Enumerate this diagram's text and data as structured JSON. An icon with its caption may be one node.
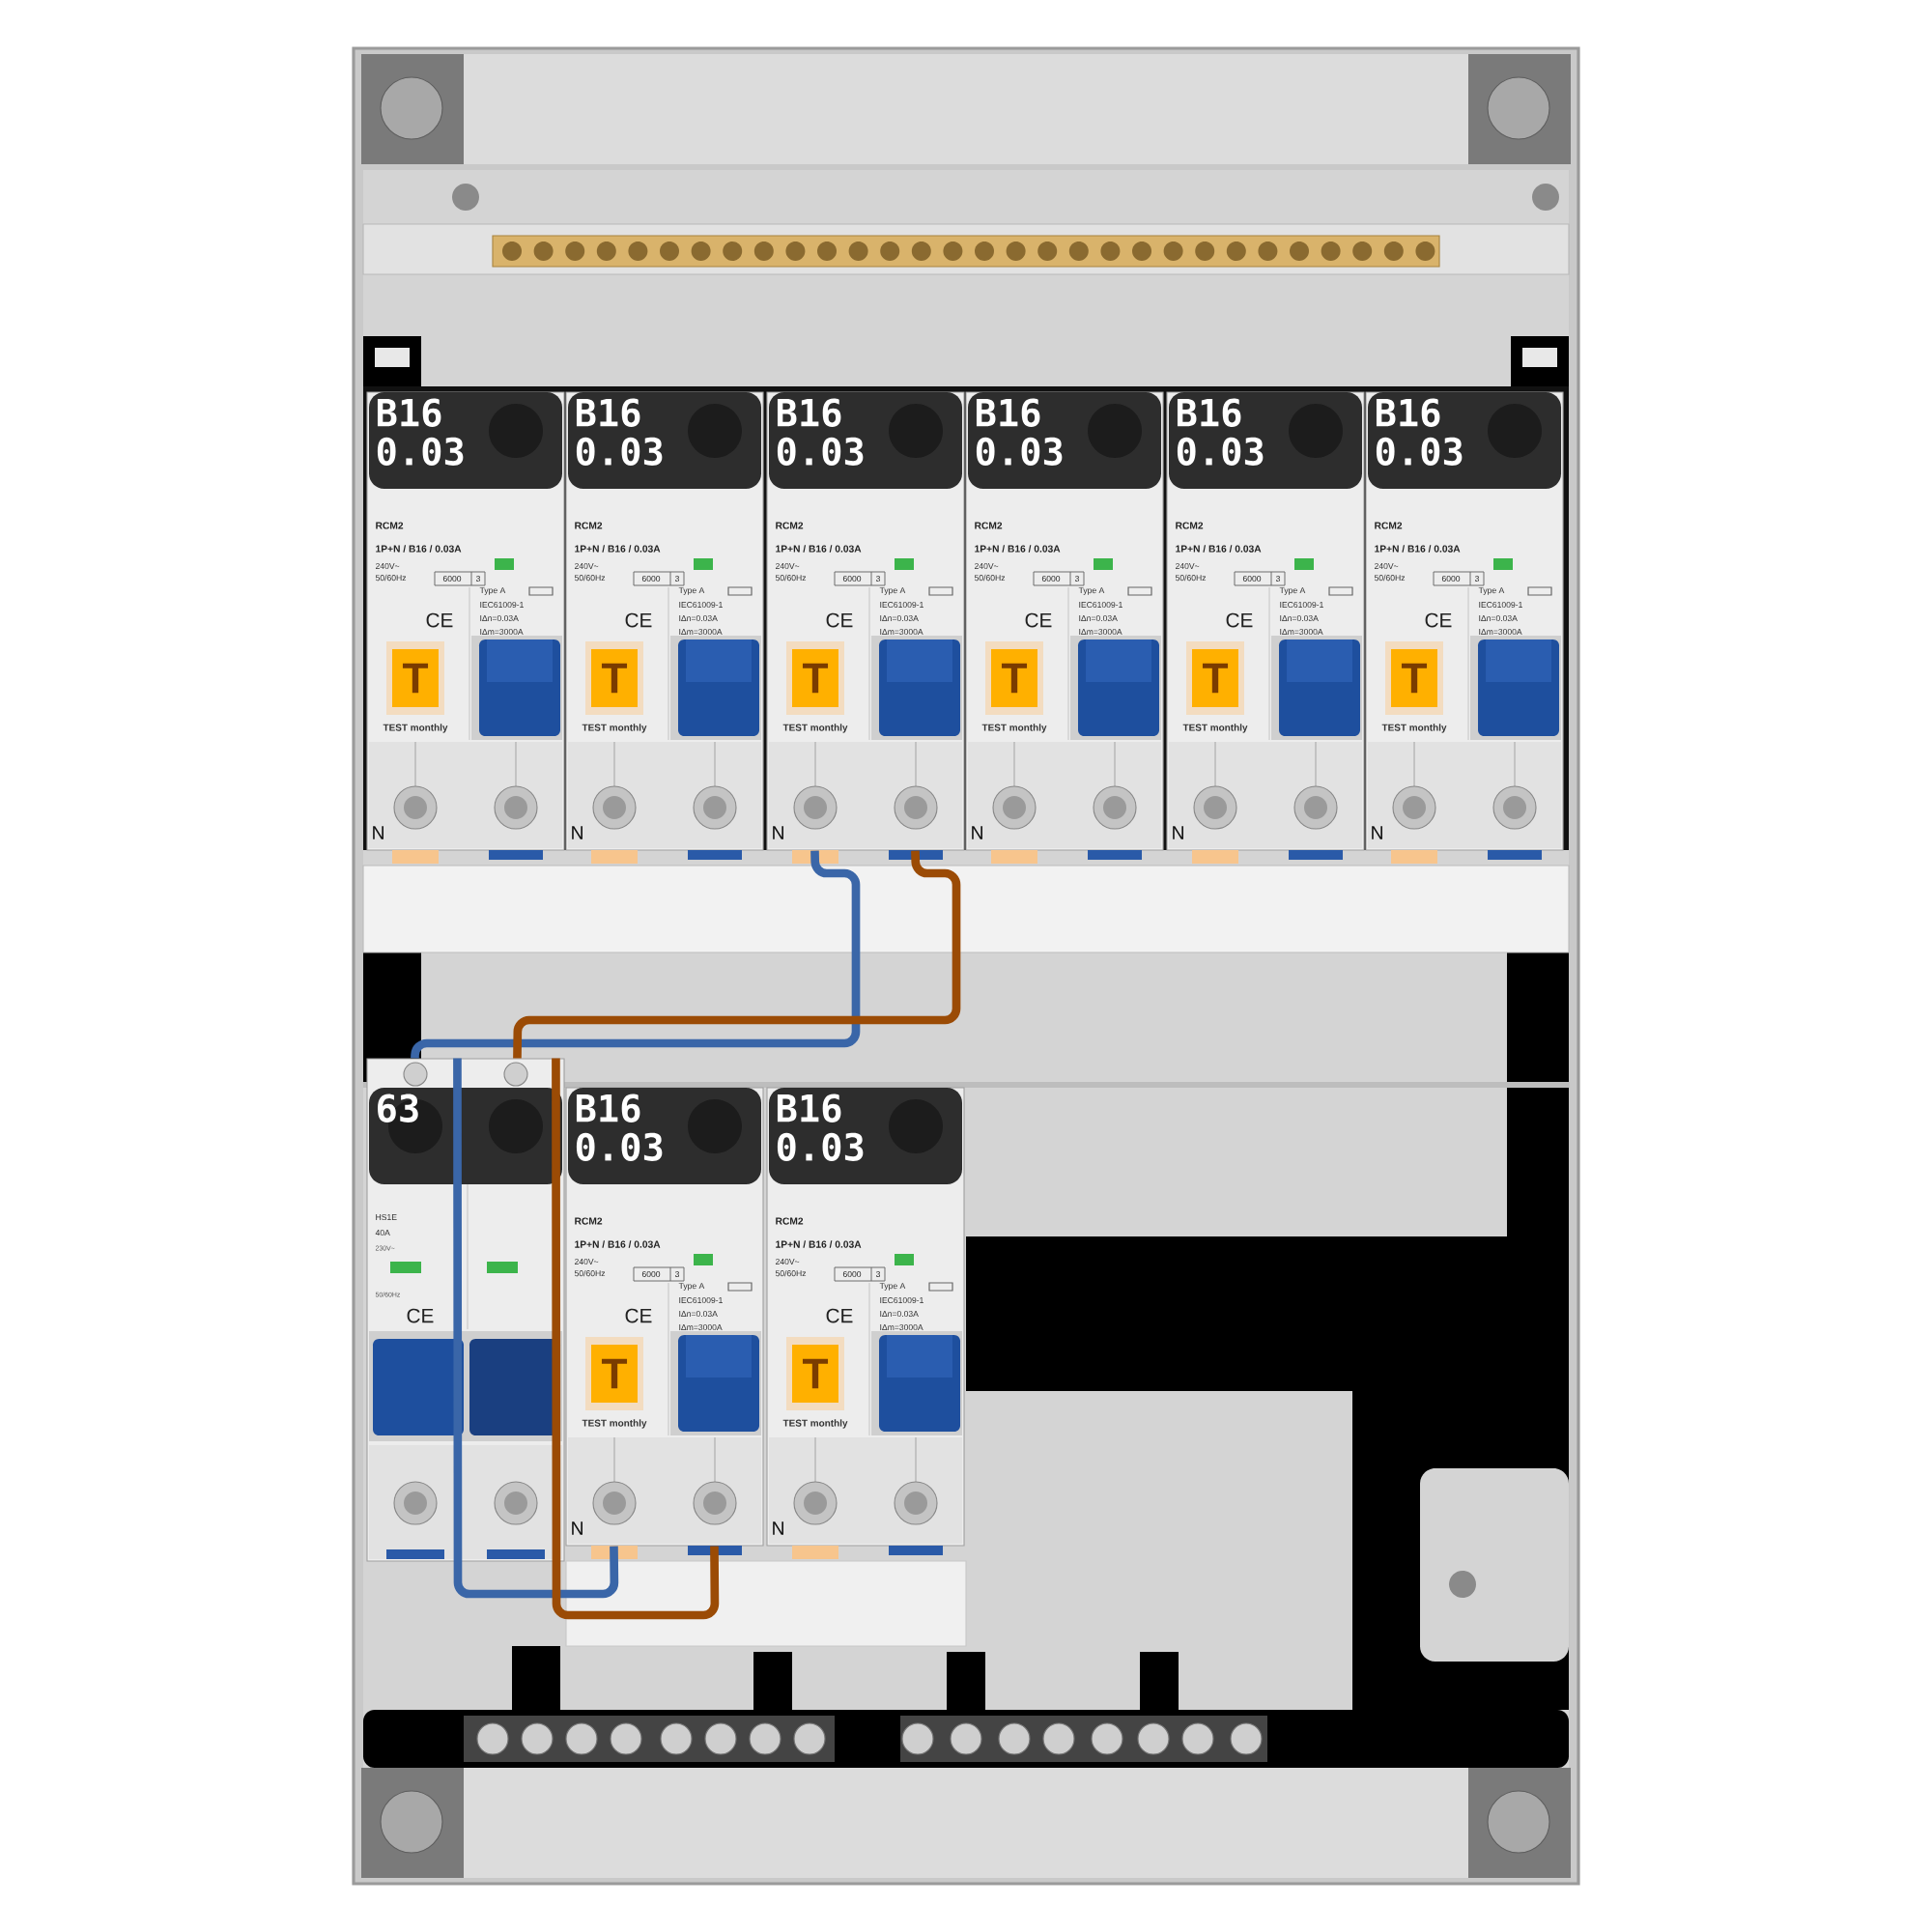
{
  "diagram": {
    "nodes": [
      {
        "text": [
          "B16 0.03",
          "RCM2",
          "1P+N / B16 / 0.03A",
          "240V~",
          "50/60Hz",
          "6000",
          "3",
          "Type A",
          "IEC61009-1",
          "IΔn=0.03A",
          "IΔm=3000A",
          "CE",
          "T",
          "TEST monthly",
          "N"
        ]
      },
      {
        "text": [
          "B16 0.03",
          "RCM2",
          "1P+N / B16 / 0.03A",
          "240V~",
          "50/60Hz",
          "6000",
          "3",
          "Type A",
          "IEC61009-1",
          "IΔn=0.03A",
          "IΔm=3000A",
          "CE",
          "T",
          "TEST monthly",
          "N"
        ]
      },
      {
        "text": [
          "B16 0.03",
          "RCM2",
          "1P+N / B16 / 0.03A",
          "240V~",
          "50/60Hz",
          "6000",
          "3",
          "Type A",
          "IEC61009-1",
          "IΔn=0.03A",
          "IΔm=3000A",
          "CE",
          "T",
          "TEST monthly",
          "N"
        ]
      },
      {
        "text": [
          "B16 0.03",
          "RCM2",
          "1P+N / B16 / 0.03A",
          "240V~",
          "50/60Hz",
          "6000",
          "3",
          "Type A",
          "IEC61009-1",
          "IΔn=0.03A",
          "IΔm=3000A",
          "CE",
          "T",
          "TEST monthly",
          "N"
        ]
      },
      {
        "text": [
          "B16 0.03",
          "RCM2",
          "1P+N / B16 / 0.03A",
          "240V~",
          "50/60Hz",
          "6000",
          "3",
          "Type A",
          "IEC61009-1",
          "IΔn=0.03A",
          "IΔm=3000A",
          "CE",
          "T",
          "TEST monthly",
          "N"
        ]
      },
      {
        "text": [
          "B16 0.03",
          "RCM2",
          "1P+N / B16 / 0.03A",
          "240V~",
          "50/60Hz",
          "6000",
          "3",
          "Type A",
          "IEC61009-1",
          "IΔn=0.03A",
          "IΔm=3000A",
          "CE",
          "T",
          "TEST monthly",
          "N"
        ]
      },
      {
        "text": [
          "63",
          "HS1E",
          "40A",
          "230V~",
          "50/60Hz",
          "CE"
        ]
      },
      {
        "text": [
          "B16 0.03",
          "RCM2",
          "1P+N / B16 / 0.03A",
          "240V~",
          "50/60Hz",
          "6000",
          "3",
          "Type A",
          "IEC61009-1",
          "IΔn=0.03A",
          "IΔm=3000A",
          "CE",
          "T",
          "TEST monthly",
          "N"
        ]
      },
      {
        "text": [
          "B16 0.03",
          "RCM2",
          "1P+N / B16 / 0.03A",
          "240V~",
          "50/60Hz",
          "6000",
          "3",
          "Type A",
          "IEC61009-1",
          "IΔn=0.03A",
          "IΔm=3000A",
          "CE",
          "T",
          "TEST monthly",
          "N"
        ]
      }
    ],
    "edges": [
      {
        "from": 6,
        "to": 2,
        "arrow": "none",
        "color": "#3a66a8"
      },
      {
        "from": 6,
        "to": 7,
        "arrow": "none",
        "color": "#3a66a8"
      },
      {
        "from": 6,
        "to": 2,
        "arrow": "none",
        "color": "#9b4b05"
      },
      {
        "from": 6,
        "to": 7,
        "arrow": "none",
        "color": "#9b4b05"
      }
    ]
  }
}
